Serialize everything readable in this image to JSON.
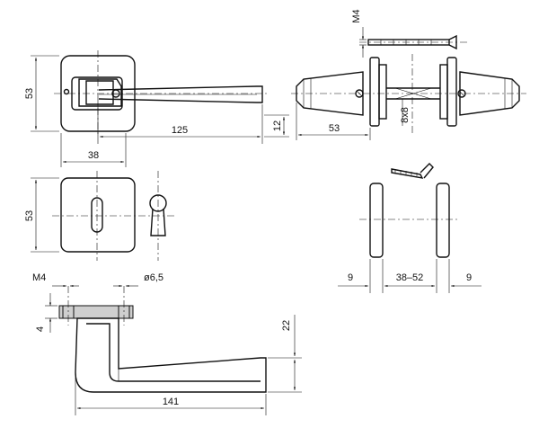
{
  "dimensions": {
    "rose_height": "53",
    "lever_length": "125",
    "rose_width": "38",
    "lever_thickness": "12",
    "side_depth": "53",
    "square_spindle": "8x8",
    "thread_top": "M4",
    "escutcheon_height": "53",
    "thread_bottom": "M4",
    "hole_diameter": "ø6,5",
    "door_thickness": "38–52",
    "rose_thickness_left": "9",
    "rose_thickness_right": "9",
    "screw_height": "4",
    "lever_height": "22",
    "lever_total_length": "141"
  }
}
